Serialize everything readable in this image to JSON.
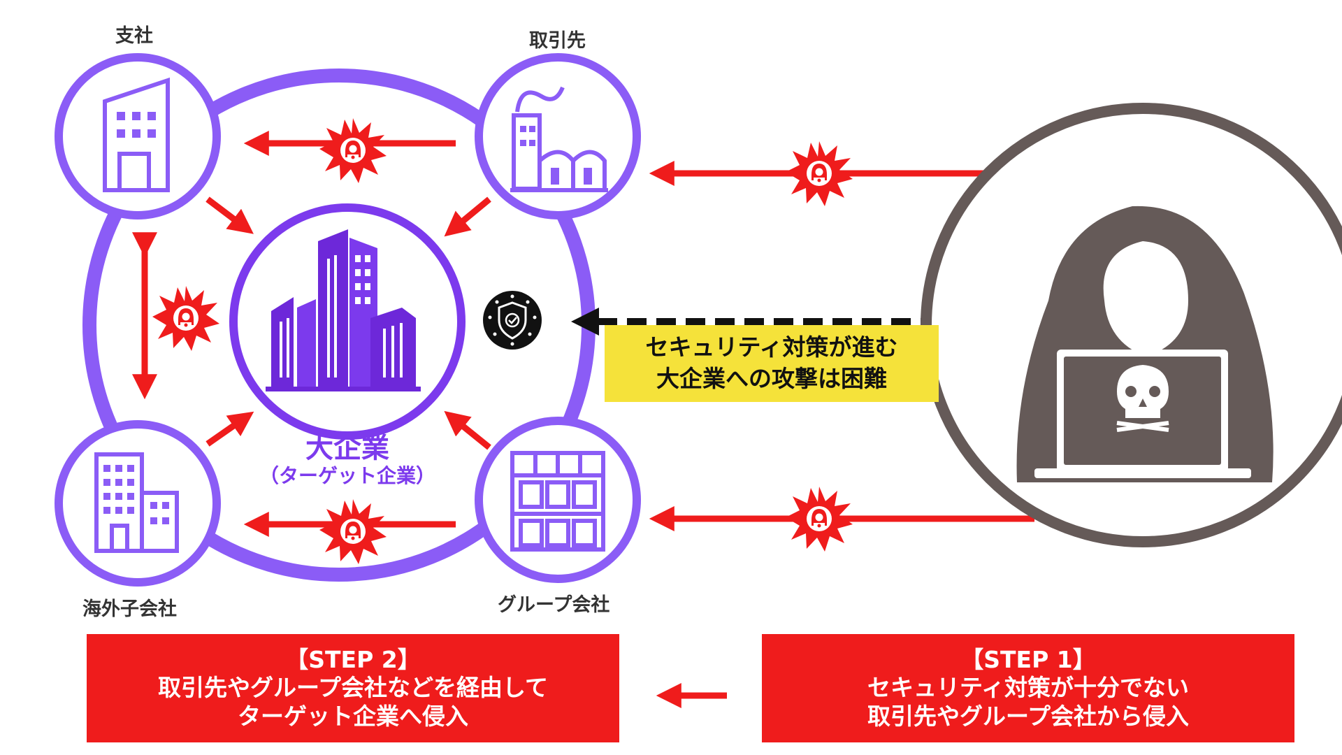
{
  "nodes": {
    "branch": "支社",
    "partner": "取引先",
    "overseas": "海外子会社",
    "group": "グループ会社"
  },
  "center": {
    "title": "大企業",
    "subtitle": "（ターゲット企業）"
  },
  "note": {
    "line1": "セキュリティ対策が進む",
    "line2": "大企業への攻撃は困難"
  },
  "step2": {
    "heading": "【STEP 2】",
    "line1": "取引先やグループ会社などを経由して",
    "line2": "ターゲット企業へ侵入"
  },
  "step1": {
    "heading": "【STEP 1】",
    "line1": "セキュリティ対策が十分でない",
    "line2": "取引先やグループ会社から侵入"
  },
  "colors": {
    "purple": "#8b5cf6",
    "purple_dark": "#6d28d9",
    "red": "#ef1c1c",
    "hacker_gray": "#655a58",
    "note_yellow": "#f5e23a"
  }
}
